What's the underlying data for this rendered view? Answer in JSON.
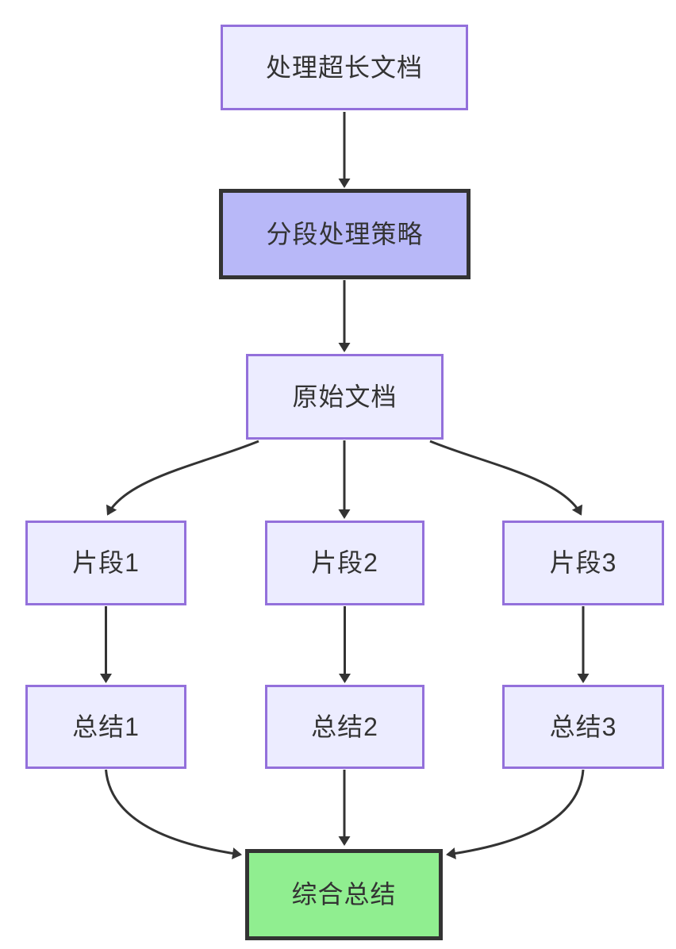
{
  "diagram": {
    "type": "flowchart",
    "direction": "top-down",
    "nodes": {
      "start": {
        "label": "处理超长文档",
        "style": "default"
      },
      "strategy": {
        "label": "分段处理策略",
        "style": "highlight-purple"
      },
      "doc": {
        "label": "原始文档",
        "style": "default"
      },
      "frag1": {
        "label": "片段1",
        "style": "default"
      },
      "frag2": {
        "label": "片段2",
        "style": "default"
      },
      "frag3": {
        "label": "片段3",
        "style": "default"
      },
      "sum1": {
        "label": "总结1",
        "style": "default"
      },
      "sum2": {
        "label": "总结2",
        "style": "default"
      },
      "sum3": {
        "label": "总结3",
        "style": "default"
      },
      "final": {
        "label": "综合总结",
        "style": "highlight-green"
      }
    },
    "edges": [
      {
        "from": "start",
        "to": "strategy",
        "arrow": "solid-triangle"
      },
      {
        "from": "strategy",
        "to": "doc",
        "arrow": "solid-triangle"
      },
      {
        "from": "doc",
        "to": "frag1",
        "arrow": "solid-triangle"
      },
      {
        "from": "doc",
        "to": "frag2",
        "arrow": "solid-triangle"
      },
      {
        "from": "doc",
        "to": "frag3",
        "arrow": "solid-triangle"
      },
      {
        "from": "frag1",
        "to": "sum1",
        "arrow": "solid-triangle"
      },
      {
        "from": "frag2",
        "to": "sum2",
        "arrow": "solid-triangle"
      },
      {
        "from": "frag3",
        "to": "sum3",
        "arrow": "solid-triangle"
      },
      {
        "from": "sum1",
        "to": "final",
        "arrow": "solid-triangle"
      },
      {
        "from": "sum2",
        "to": "final",
        "arrow": "solid-triangle"
      },
      {
        "from": "sum3",
        "to": "final",
        "arrow": "solid-triangle"
      }
    ],
    "colors": {
      "background": "#FFFFFF",
      "node_fill": "#ECECFF",
      "node_border": "#9370DB",
      "strategy_fill": "#B8B8F8",
      "strategy_border": "#333333",
      "final_fill": "#90EE90",
      "final_border": "#333333",
      "edge": "#333333",
      "text": "#333333"
    }
  }
}
